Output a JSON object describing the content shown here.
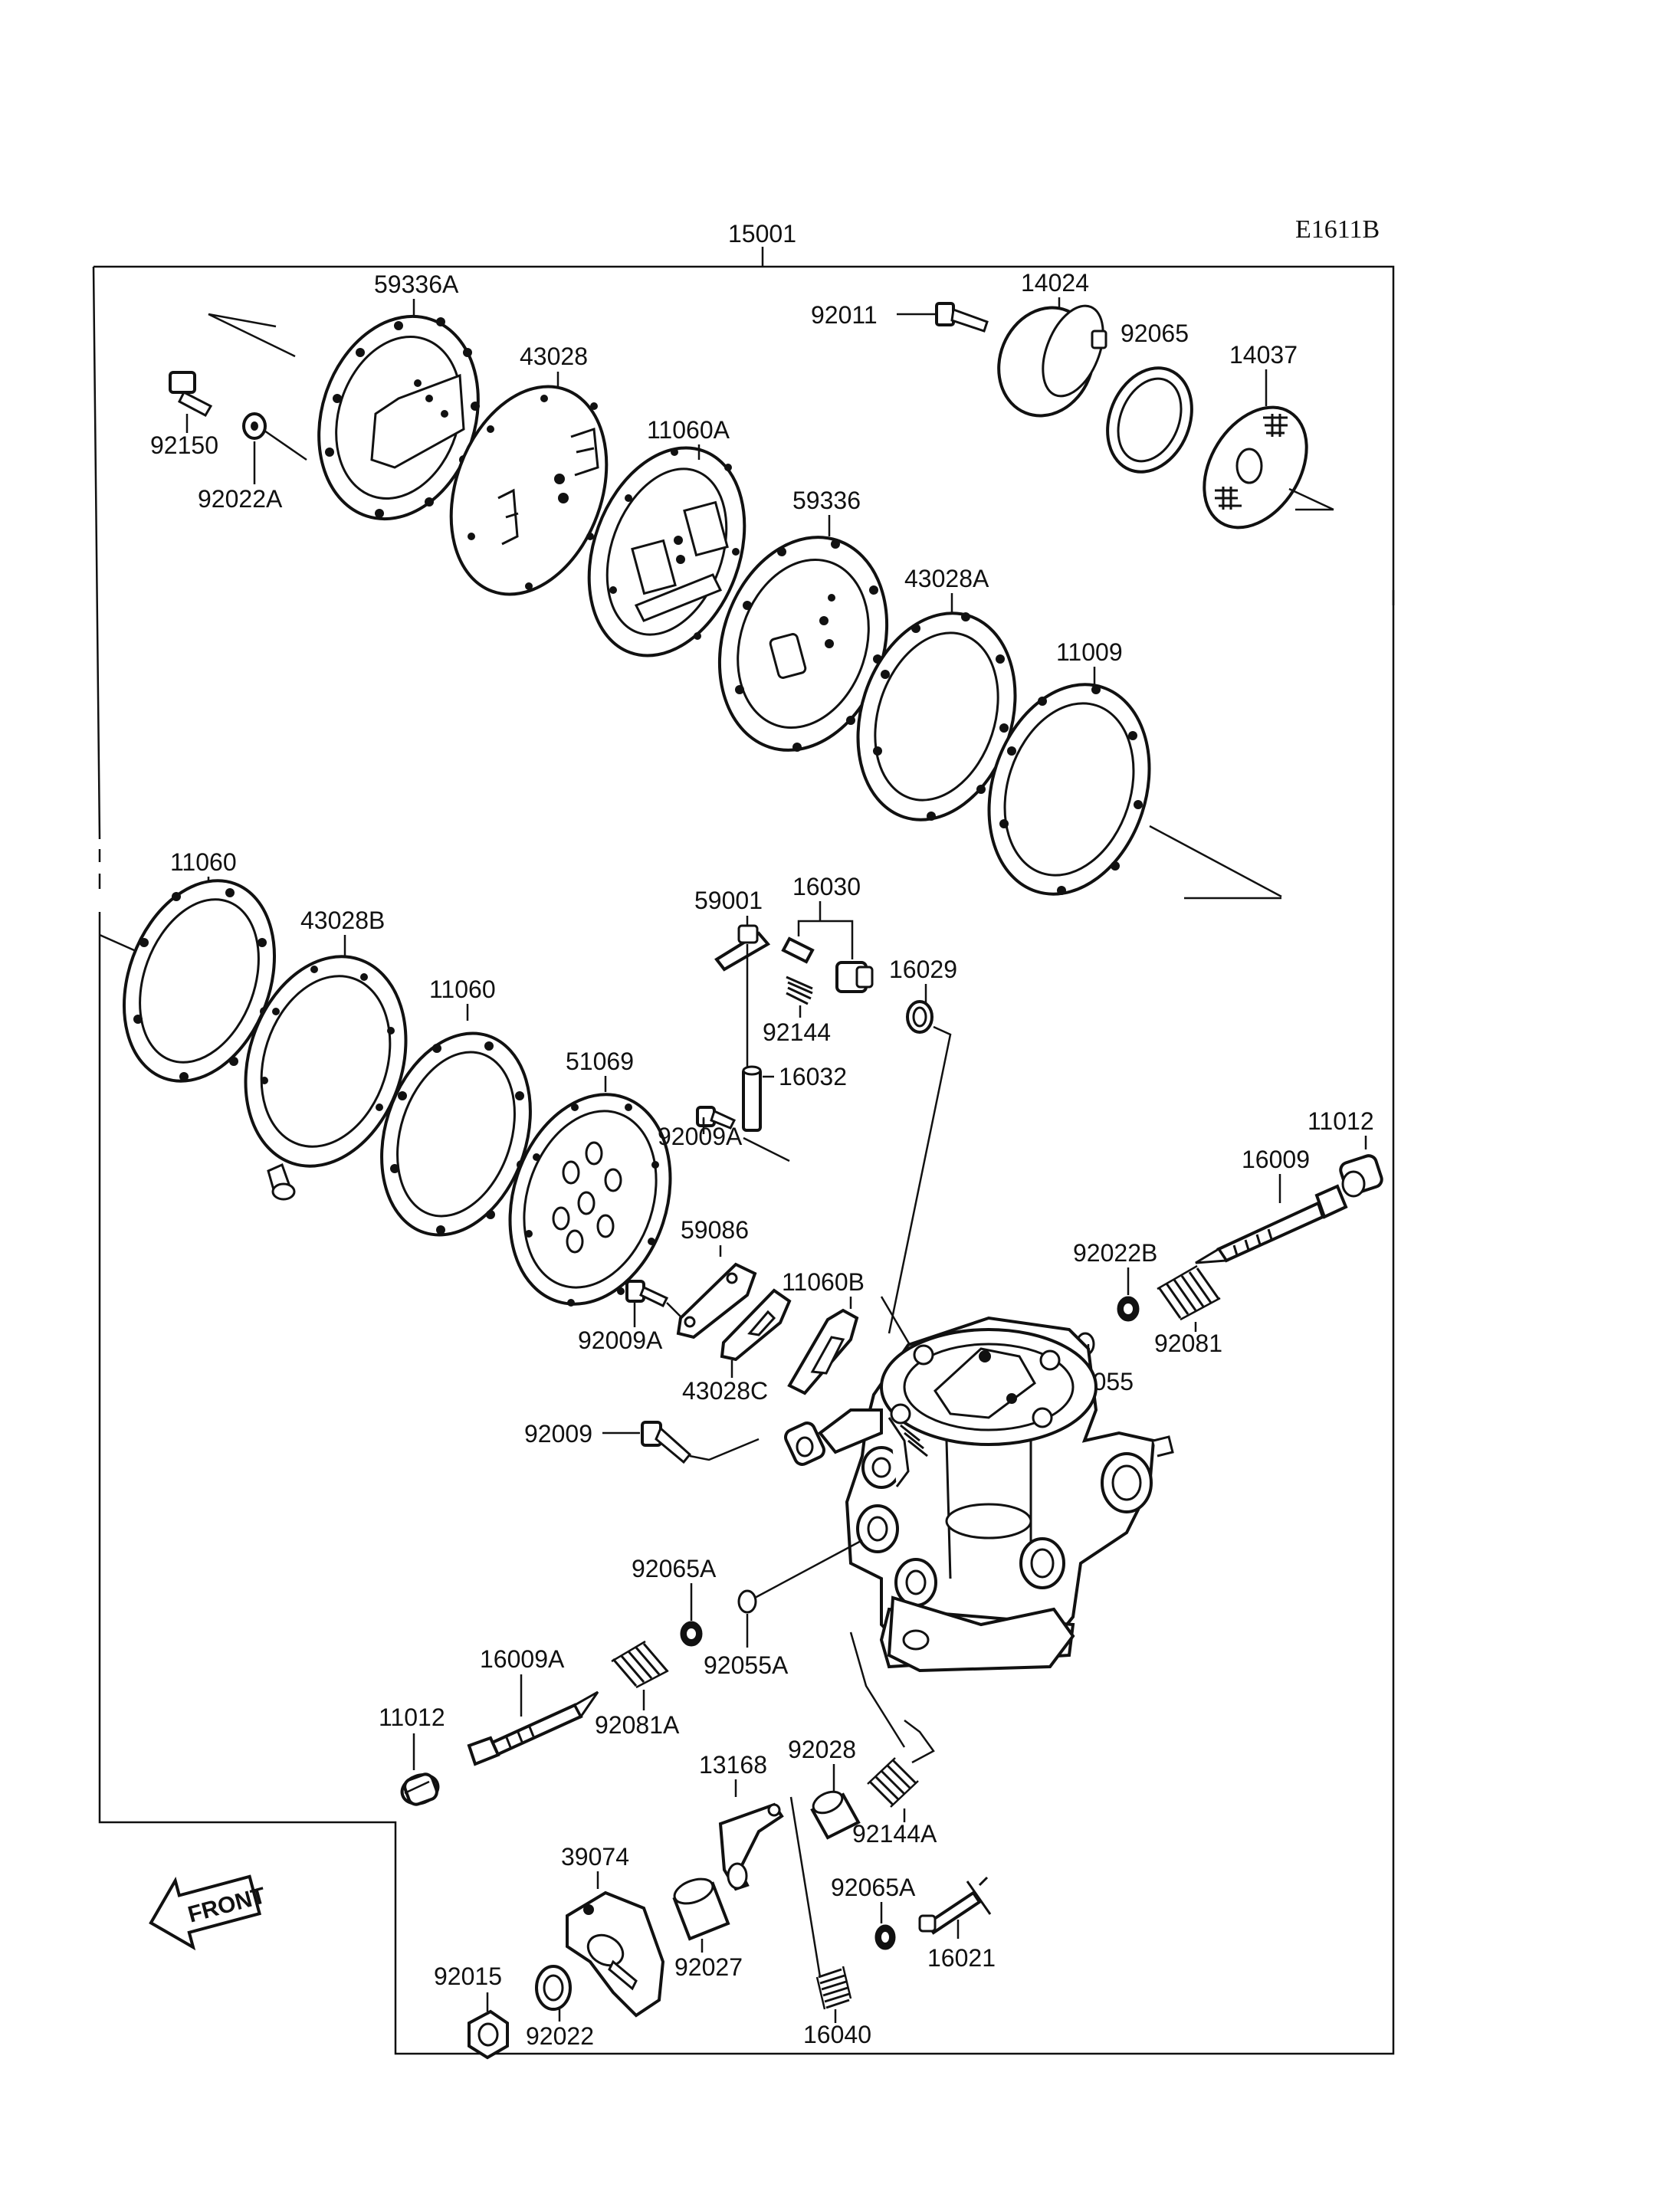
{
  "diagram_code": "E1611B",
  "assembly_number": "15001",
  "front_label": "FRONT",
  "parts": {
    "p59336A": "59336A",
    "p43028": "43028",
    "p11060A": "11060A",
    "p59336": "59336",
    "p43028A": "43028A",
    "p11009": "11009",
    "p92011": "92011",
    "p14024": "14024",
    "p92065": "92065",
    "p14037": "14037",
    "p92150": "92150",
    "p92022A": "92022A",
    "p11060_top": "11060",
    "p43028B": "43028B",
    "p11060_mid": "11060",
    "p51069": "51069",
    "p59001": "59001",
    "p16030": "16030",
    "p16029": "16029",
    "p92144": "92144",
    "p16032": "16032",
    "p92009A_top": "92009A",
    "p11012_right": "11012",
    "p16009": "16009",
    "p92022B": "92022B",
    "p92081": "92081",
    "p59086": "59086",
    "p11060B": "11060B",
    "p92009A_low": "92009A",
    "p43028C": "43028C",
    "p92055": "92055",
    "p92009": "92009",
    "p92065A_left": "92065A",
    "p92055A": "92055A",
    "p16009A": "16009A",
    "p92081A": "92081A",
    "p11012_left": "11012",
    "p92028": "92028",
    "p13168": "13168",
    "p92144A": "92144A",
    "p39074": "39074",
    "p92065A_right": "92065A",
    "p92027": "92027",
    "p16021": "16021",
    "p92015": "92015",
    "p92022": "92022",
    "p16040": "16040"
  }
}
